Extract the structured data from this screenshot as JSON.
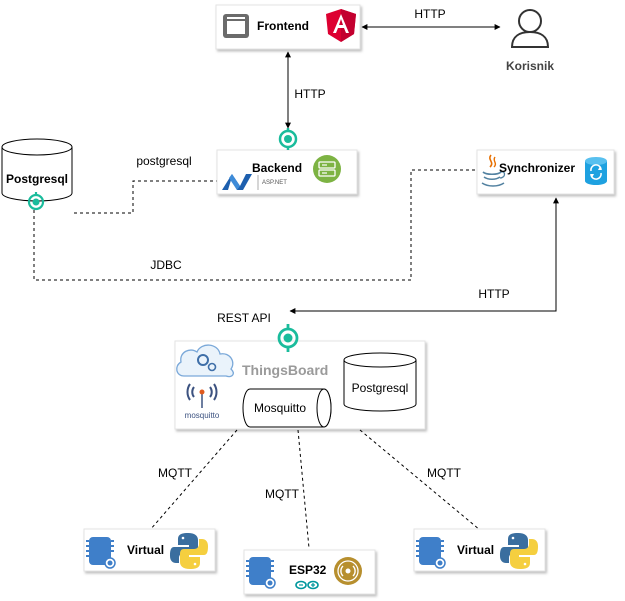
{
  "nodes": {
    "frontend": "Frontend",
    "korisnik": "Korisnik",
    "backend": "Backend",
    "backend_sub": "ASP.NET",
    "postgres_left": "Postgresql",
    "synchronizer": "Synchronizer",
    "thingsboard": "ThingsBoard",
    "mosquitto": "Mosquitto",
    "mosquitto_logo": "mosquitto",
    "postgres_tb": "Postgresql",
    "virtual_left": "Virtual",
    "esp32": "ESP32",
    "virtual_right": "Virtual"
  },
  "edges": {
    "http_frontend_user": "HTTP",
    "http_frontend_backend": "HTTP",
    "postgresql_link": "postgresql",
    "jdbc": "JDBC",
    "http_sync_tb": "HTTP",
    "rest_api": "REST API",
    "mqtt_left": "MQTT",
    "mqtt_center": "MQTT",
    "mqtt_right": "MQTT"
  },
  "icons": {
    "angular": "angular-icon",
    "window": "browser-window-icon",
    "user": "user-icon",
    "dotnet": "dotnet-icon",
    "server": "server-icon",
    "java": "java-icon",
    "sync": "database-sync-icon",
    "cloud": "cloud-gears-icon",
    "mosquitto": "mosquitto-icon",
    "device": "iot-device-icon",
    "python": "python-icon",
    "arduino": "arduino-icon",
    "broadcast": "broadcast-icon",
    "endpoint": "endpoint-icon"
  },
  "colors": {
    "teal": "#1ABC9C",
    "angular_red": "#DD0031",
    "green": "#7DB343",
    "sync_blue": "#1EA1E0",
    "device_blue": "#3F7FC9",
    "python_blue": "#3A6E9F",
    "python_yellow": "#F5CF3F",
    "arduino_teal": "#00979D",
    "bronze": "#B78F2E"
  }
}
